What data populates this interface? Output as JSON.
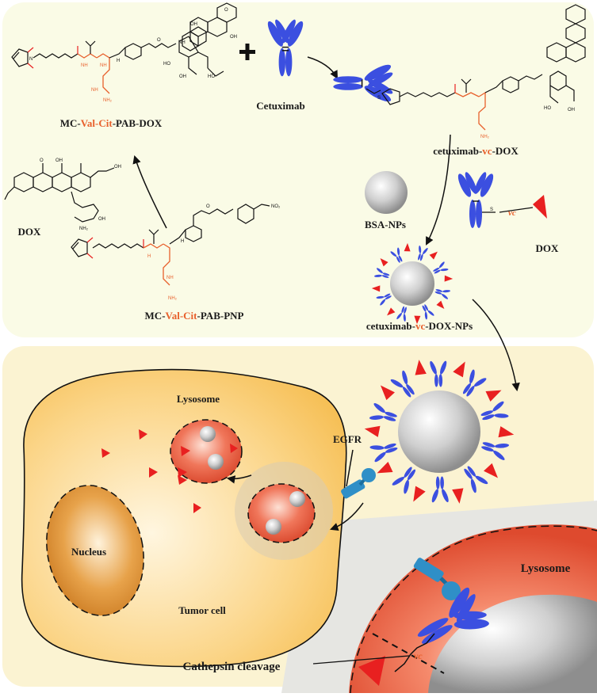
{
  "labels": {
    "mc_val_cit_pab_dox": {
      "pre": "MC-",
      "hl": "Val-Cit",
      "post": "-PAB-DOX"
    },
    "cetuximab": "Cetuximab",
    "cetuximab_vc_dox": {
      "pre": "cetuximab-",
      "hl": "vc",
      "post": "-DOX"
    },
    "dox_left": "DOX",
    "bsa_nps": "BSA-NPs",
    "dox_right": "DOX",
    "vc_tag": "vc",
    "mc_val_cit_pab_pnp": {
      "pre": "MC-",
      "hl": "Val-Cit",
      "post": "-PAB-PNP"
    },
    "cetuximab_vc_dox_nps": {
      "pre": "cetuximab-",
      "hl": "vc",
      "post": "-DOX-NPs"
    },
    "lysosome": "Lysosome",
    "egfr": "EGFR",
    "nucleus": "Nucleus",
    "tumor_cell": "Tumor cell",
    "lysosome_zoom": "Lysosome",
    "cathepsin_cleavage": "Cathepsin cleavage"
  },
  "chem_atoms": {
    "nh": "NH",
    "nh2": "NH₂",
    "h": "H",
    "n": "N",
    "o": "O",
    "oh": "OH",
    "ho": "HO",
    "no2": "NO₂",
    "s": "S"
  },
  "colors": {
    "top_panel": "#fafbe6",
    "bottom_panel": "#fbf3d2",
    "cell_fill": "#f8c45a",
    "nucleus": "#d88a2a",
    "lysosome": "#ea5a3a",
    "antibody": "#3b4fe0",
    "drug": "#e82020",
    "linker_highlight": "#e8602c",
    "np": "#c9c9c9",
    "egfr": "#2f8fc7",
    "zoom_bg": "#e6e6e2"
  }
}
